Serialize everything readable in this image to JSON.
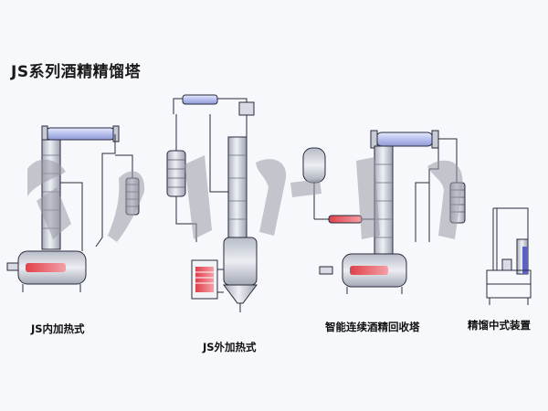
{
  "page": {
    "title": "JS系列酒精精馏塔",
    "watermark": "企圖中華"
  },
  "units": [
    {
      "caption": "JS内加热式"
    },
    {
      "caption": "JS外加热式"
    },
    {
      "caption": "智能连续酒精回收塔"
    },
    {
      "caption": "精馏中式装置"
    }
  ],
  "colors": {
    "background": "#f7f8fc",
    "column_fill": "#d7dbe6",
    "condenser_fill": "#c6cdf0",
    "outline": "#2a2a3c",
    "heater_glow": "#e0404a",
    "watermark": "#9a9aa6"
  }
}
